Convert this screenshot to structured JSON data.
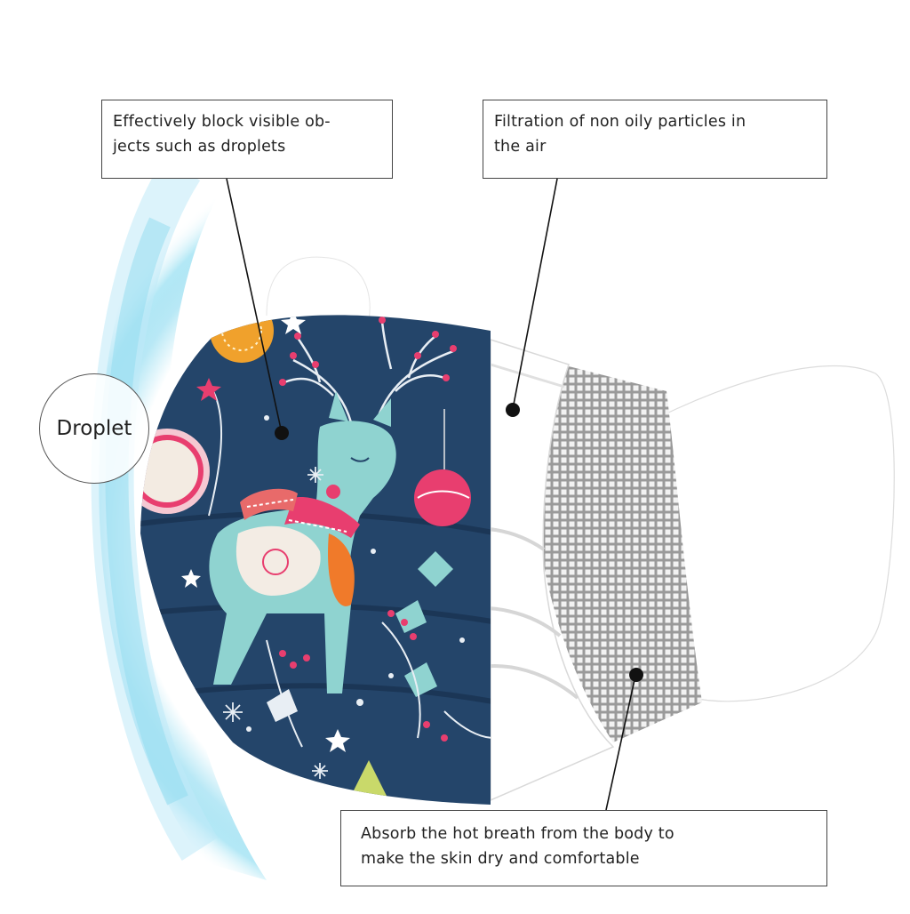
{
  "callouts": {
    "droplets": {
      "line1": "Effectively block visible ob-",
      "line2": "jects such as droplets"
    },
    "filtration": {
      "line1": "Filtration of non oily particles in",
      "line2": "the air"
    },
    "absorb": {
      "line1": "Absorb the hot breath from the body to",
      "line2": "make the skin dry and comfortable"
    }
  },
  "droplet_label": "Droplet",
  "colors": {
    "mask_print": "#24456a",
    "mask_white": "#ffffff",
    "mesh_gray": "#a9a9a9",
    "droplet_glow": "#7fd6ee",
    "accent_pink": "#e83e6f",
    "accent_orange": "#f0a12c",
    "accent_teal": "#8fd3d0"
  },
  "icons": [
    "reindeer-icon",
    "star-icon",
    "snowflake-icon",
    "ornament-icon",
    "holly-icon",
    "pointer-dot-icon"
  ]
}
